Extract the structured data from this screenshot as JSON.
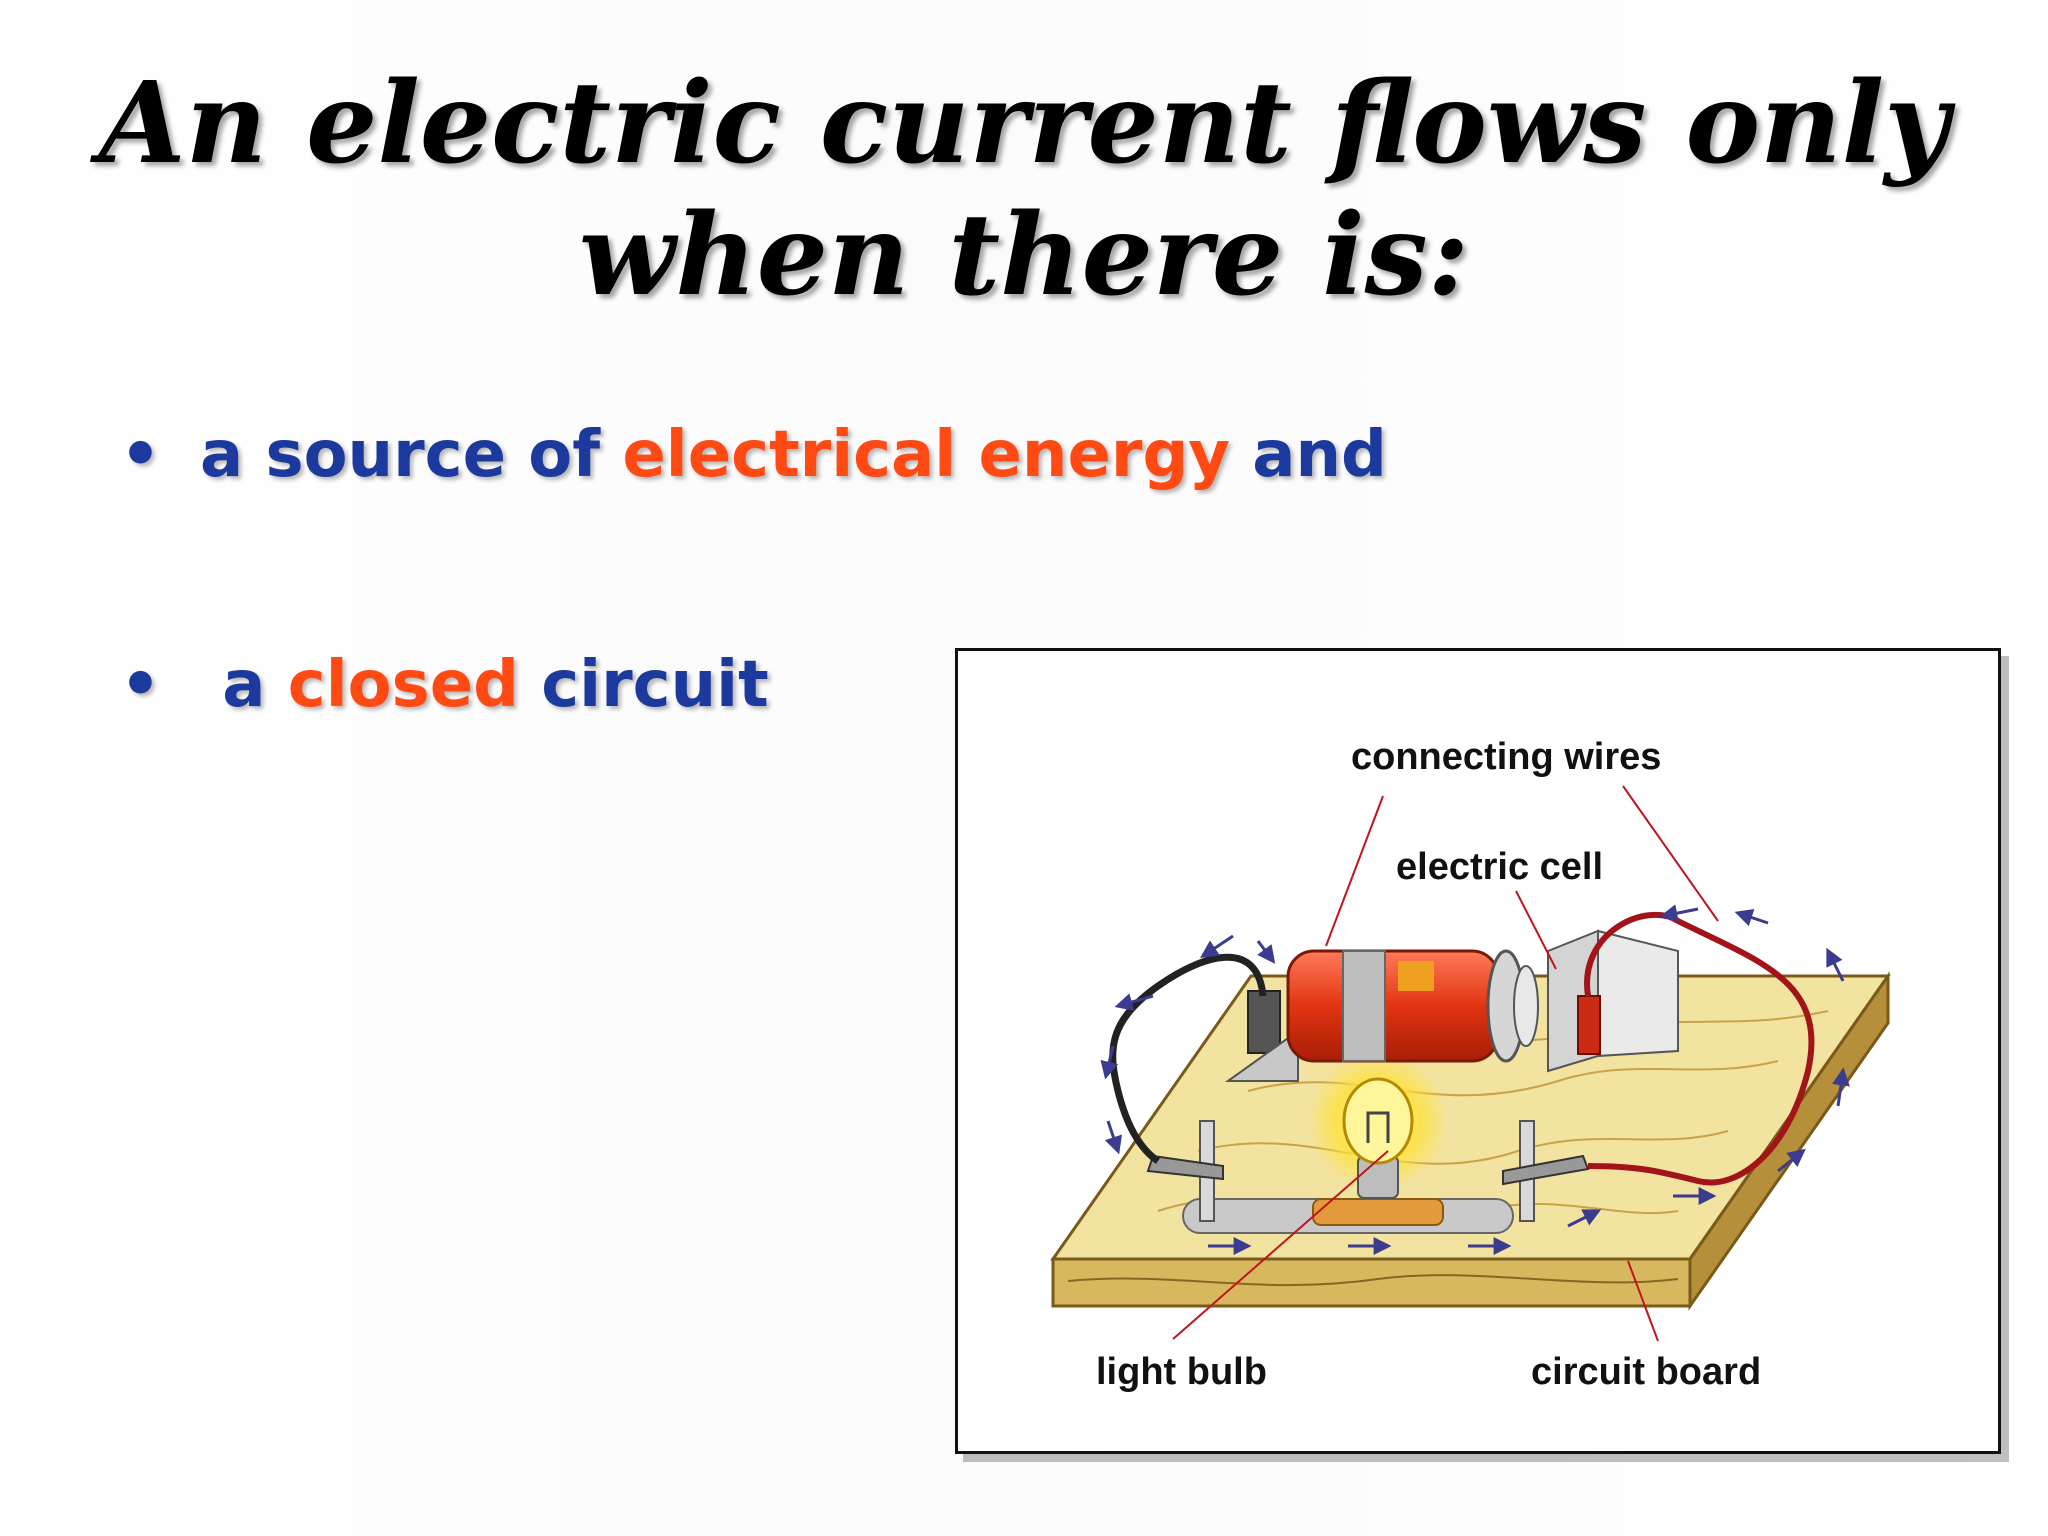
{
  "title": {
    "line1": "An electric current flows only",
    "line2": "when there is:"
  },
  "bullets": [
    {
      "marker": "•",
      "pre": "a source of ",
      "highlight": "electrical energy",
      "post": " and"
    },
    {
      "marker": "•",
      "pre": "a ",
      "highlight": "closed",
      "post": " circuit"
    }
  ],
  "colors": {
    "body_text": "#1c3a9e",
    "highlight": "#ff4a14",
    "title": "#000000"
  },
  "diagram": {
    "labels": {
      "wires": "connecting wires",
      "cell": "electric cell",
      "bulb": "light bulb",
      "board": "circuit board"
    }
  }
}
